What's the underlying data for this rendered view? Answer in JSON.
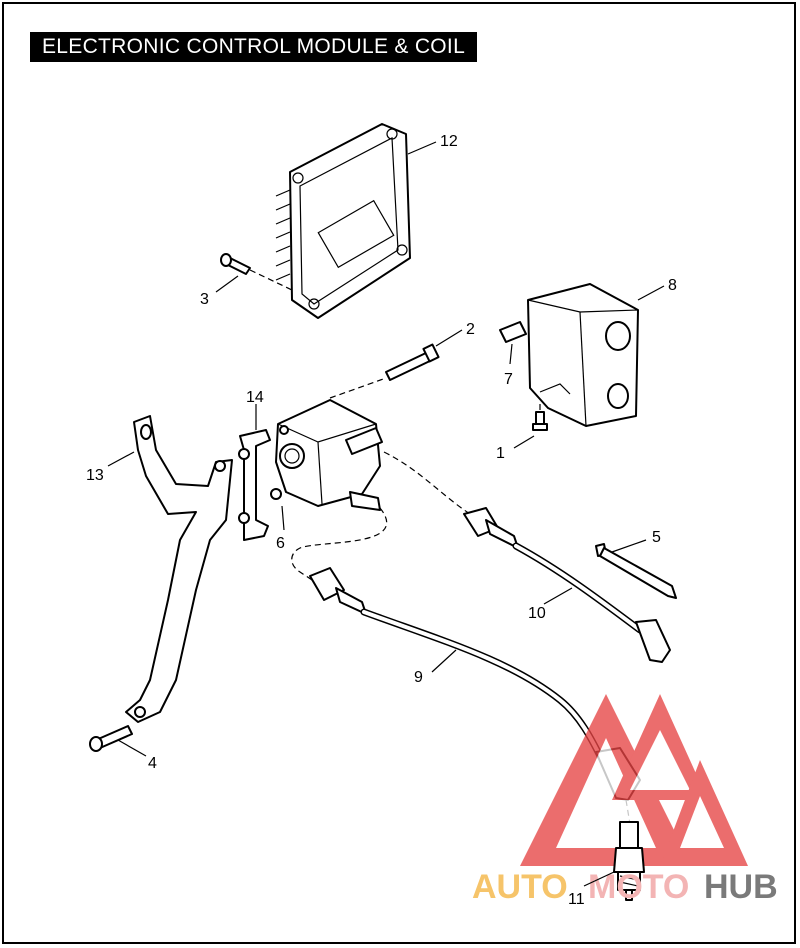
{
  "title": "ELECTRONIC CONTROL MODULE & COIL",
  "callouts": [
    "12",
    "3",
    "8",
    "2",
    "7",
    "14",
    "1",
    "13",
    "6",
    "5",
    "10",
    "9",
    "4",
    "11"
  ],
  "watermark": {
    "part1": "AUTO",
    "part2": "MOTO",
    "part3": "HUB",
    "colors": {
      "auto": "#f6c46a",
      "moto": "#f3b4b4",
      "hub": "#7a7a7a",
      "triangle": "#e64545"
    }
  }
}
